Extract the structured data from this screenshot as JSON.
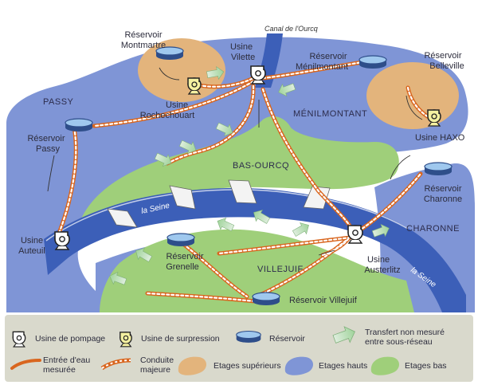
{
  "labels": {
    "canal": "Canal de l'Ourcq",
    "reservoir_montmartre": [
      "Réservoir",
      "Montmartre"
    ],
    "usine_vilette": [
      "Usine",
      "Vilette"
    ],
    "reservoir_menilmontant": [
      "Réservoir",
      "Ménilmontant"
    ],
    "reservoir_belleville": [
      "Réservoir",
      "Belleville"
    ],
    "usine_rochechouart": [
      "Usine",
      "Rochechouart"
    ],
    "usine_haxo": "Usine HAXO",
    "reservoir_passy": [
      "Réservoir",
      "Passy"
    ],
    "reservoir_charonne": [
      "Réservoir",
      "Charonne"
    ],
    "usine_auteuil": [
      "Usine",
      "Auteuil"
    ],
    "reservoir_grenelle": [
      "Réservoir",
      "Grenelle"
    ],
    "usine_austerlitz": [
      "Usine",
      "Austerlitz"
    ],
    "reservoir_villejuif": "Réservoir Villejuif",
    "seine_1": "la Seine",
    "seine_2": "la Seine"
  },
  "zones": {
    "passy": "PASSY",
    "menilmontant": "MÉNILMONTANT",
    "bas_ourcq": "BAS-OURCQ",
    "charonne": "CHARONNE",
    "villejuif": "VILLEJUIF"
  },
  "legend": {
    "pumping": "Usine de pompage",
    "booster": "Usine de surpression",
    "reservoir": "Réservoir",
    "transfer": [
      "Transfert non mesuré",
      "entre sous-réseau"
    ],
    "inflow": [
      "Entrée d'eau",
      "mesurée"
    ],
    "main_pipe": [
      "Conduite",
      "majeure"
    ],
    "upper": "Etages supérieurs",
    "high": "Etages hauts",
    "low": "Etages bas"
  },
  "colors": {
    "high": "#7f95d6",
    "upper": "#e3b47c",
    "low": "#9fcf7a",
    "river": "#3c5fb8",
    "pipe": "#d9661f",
    "legend_bg": "#d9d9cc"
  }
}
